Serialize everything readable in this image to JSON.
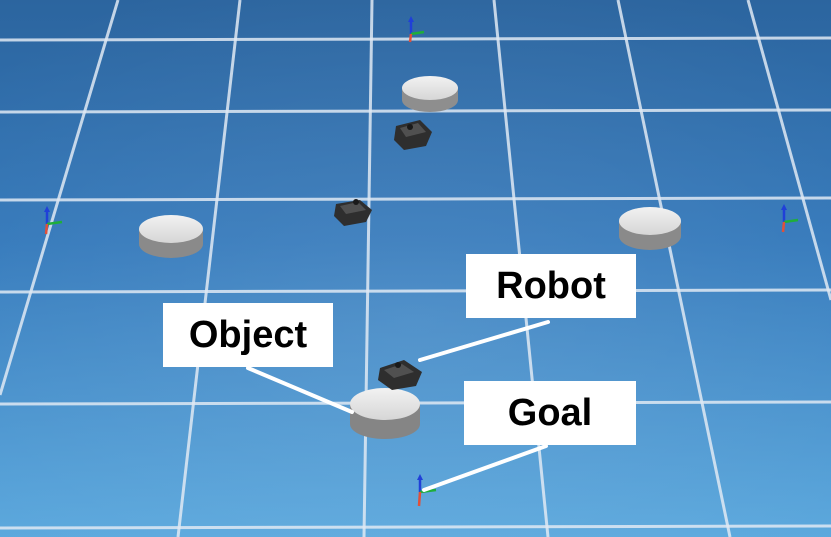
{
  "labels": {
    "robot": "Robot",
    "object": "Object",
    "goal": "Goal"
  },
  "colors": {
    "floor_top": "#2f6aa6",
    "floor_bottom": "#5aa6dc",
    "grid_line": "#dfe9f3",
    "puck_top": "#e4e4e4",
    "puck_side": "#8a8a8a",
    "robot_body": "#3a3a3a",
    "axis_x": "#e0503a",
    "axis_y": "#1fae3a",
    "axis_z": "#2040d8",
    "label_bg": "#ffffff",
    "leader_line": "#ffffff"
  }
}
